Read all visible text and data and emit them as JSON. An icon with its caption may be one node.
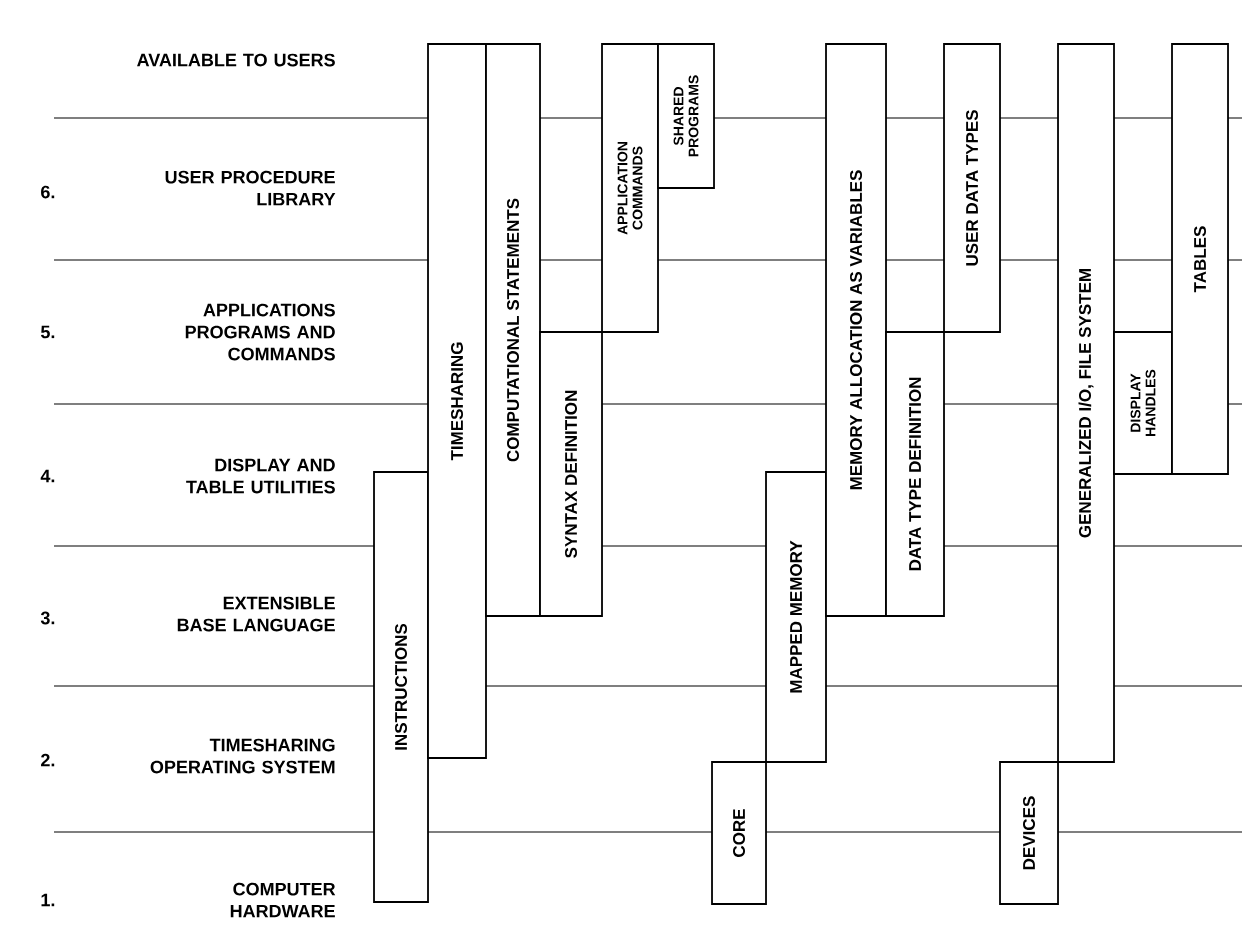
{
  "diagram": {
    "nodes": [
      {
        "text": [
          "INSTRUCTIONS"
        ]
      },
      {
        "text": [
          "TIMESHARING"
        ]
      },
      {
        "text": [
          "COMPUTATIONAL STATEMENTS"
        ]
      },
      {
        "text": [
          "SYNTAX DEFINITION"
        ]
      },
      {
        "text": [
          "APPLICATION COMMANDS"
        ]
      },
      {
        "text": [
          "SHARED PROGRAMS"
        ]
      },
      {
        "text": [
          "CORE"
        ]
      },
      {
        "text": [
          "MAPPED MEMORY"
        ]
      },
      {
        "text": [
          "MEMORY ALLOCATION AS VARIABLES"
        ]
      },
      {
        "text": [
          "DATA TYPE DEFINITION"
        ]
      },
      {
        "text": [
          "USER DATA TYPES"
        ]
      },
      {
        "text": [
          "DEVICES"
        ]
      },
      {
        "text": [
          "GENERALIZED I/O, FILE SYSTEM"
        ]
      },
      {
        "text": [
          "DISPLAY HANDLES"
        ]
      },
      {
        "text": [
          "TABLES"
        ]
      }
    ],
    "labels": [
      "AVAILABLE TO USERS",
      "6.",
      "USER PROCEDURE LIBRARY",
      "5.",
      "APPLICATIONS PROGRAMS AND COMMANDS",
      "4.",
      "DISPLAY AND TABLE UTILITIES",
      "3.",
      "EXTENSIBLE BASE LANGUAGE",
      "2.",
      "TIMESHARING OPERATING SYSTEM",
      "1.",
      "COMPUTER HARDWARE"
    ]
  }
}
